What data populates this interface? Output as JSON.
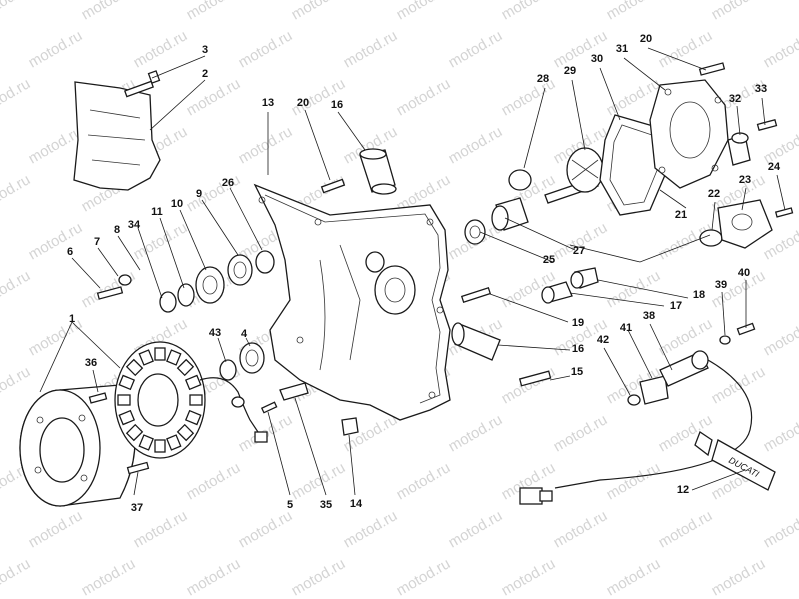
{
  "diagram": {
    "watermark_text": "motod.ru",
    "callouts": [
      "1",
      "2",
      "3",
      "4",
      "5",
      "6",
      "7",
      "8",
      "9",
      "10",
      "11",
      "12",
      "13",
      "14",
      "15",
      "16",
      "16",
      "17",
      "18",
      "19",
      "20",
      "20",
      "21",
      "22",
      "23",
      "24",
      "25",
      "26",
      "27",
      "28",
      "29",
      "30",
      "31",
      "32",
      "33",
      "34",
      "35",
      "36",
      "37",
      "38",
      "39",
      "40",
      "41",
      "42",
      "43"
    ],
    "tube_label": "DUCATI"
  }
}
